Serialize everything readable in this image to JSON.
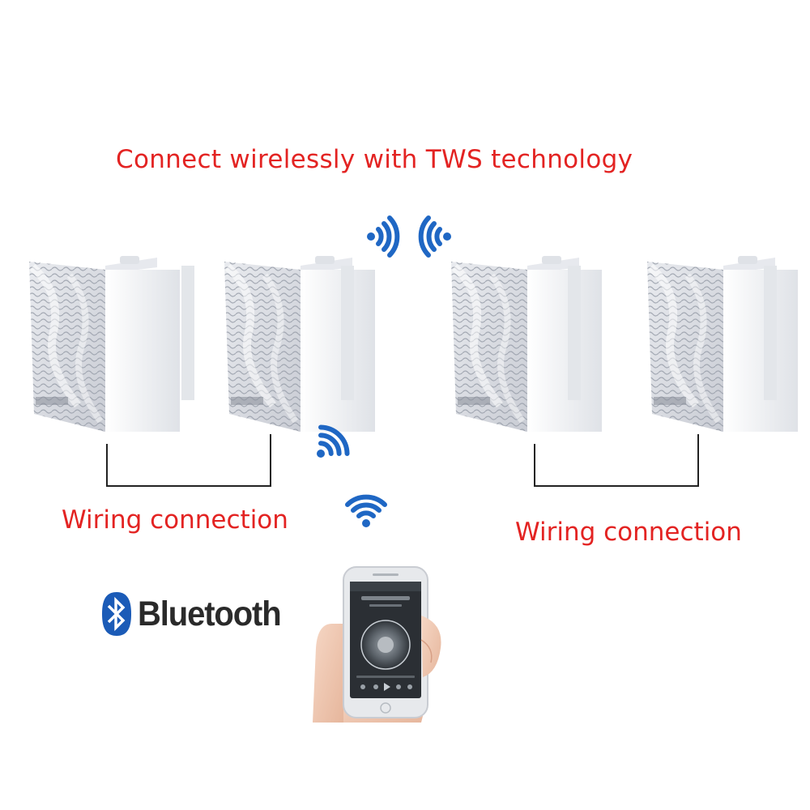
{
  "headline": "Connect wirelessly with TWS technology",
  "wiring_labels": [
    "Wiring connection",
    "Wiring connection"
  ],
  "brand": {
    "name": "Bluetooth",
    "icon": "bluetooth-icon"
  },
  "colors": {
    "caption": "#e32322",
    "wave_blue": "#1f67c4",
    "wire": "#222222",
    "speaker_white": "#f4f5f7"
  },
  "speakers": [
    {
      "id": "speaker-1",
      "icon": "speaker-icon"
    },
    {
      "id": "speaker-2",
      "icon": "speaker-icon"
    },
    {
      "id": "speaker-3",
      "icon": "speaker-icon"
    },
    {
      "id": "speaker-4",
      "icon": "speaker-icon"
    }
  ],
  "signal_icons": [
    "wifi-signal-icon",
    "wifi-signal-icon",
    "wifi-signal-icon",
    "wifi-signal-icon"
  ],
  "phone": {
    "icon": "smartphone-in-hand-icon"
  }
}
